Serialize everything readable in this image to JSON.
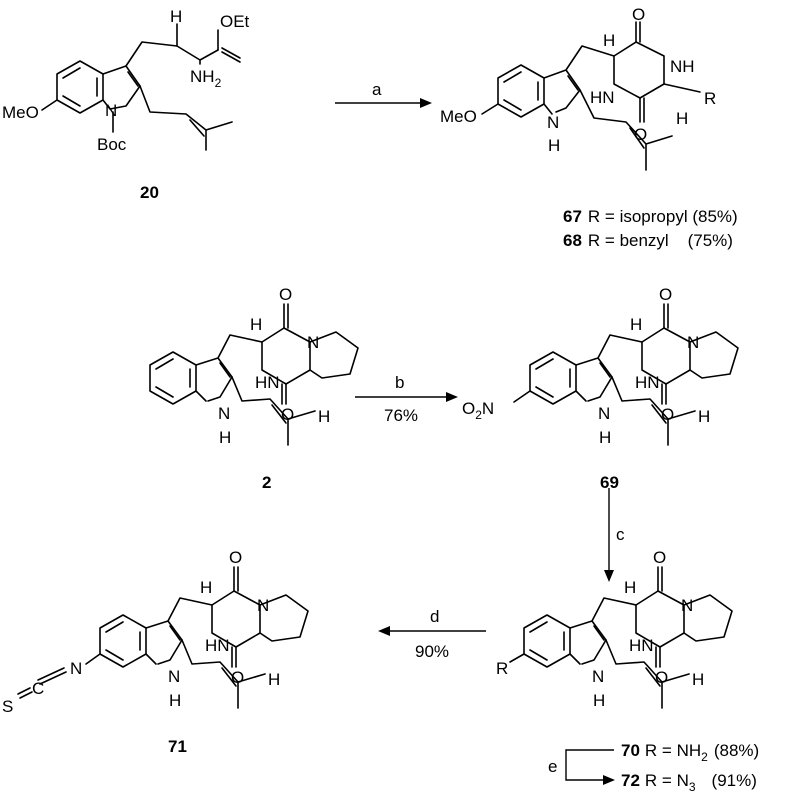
{
  "compounds": {
    "c20": {
      "number": "20",
      "labels": {
        "oet": "OEt",
        "h": "H",
        "nh2": "NH",
        "nh2_sub": "2",
        "meo": "MeO",
        "n": "N",
        "boc": "Boc"
      }
    },
    "c67_68": {
      "labels": {
        "o_top": "O",
        "nh": "NH",
        "hn": "HN",
        "r": "R",
        "h_alpha": "H",
        "h_beta": "H",
        "o_bot": "O",
        "meo": "MeO",
        "n": "N",
        "nh_h": "H"
      },
      "entries": [
        {
          "number": "67",
          "text": "R = isopropyl (85%)"
        },
        {
          "number": "68",
          "text": "R = benzyl    (75%)"
        }
      ]
    },
    "c2": {
      "number": "2"
    },
    "c69": {
      "number": "69",
      "o2n": "O",
      "o2n_sub": "2",
      "o2n_n": "N"
    },
    "c70_72": {
      "r": "R",
      "entries": [
        {
          "number": "70",
          "text": "R = NH",
          "sub": "2",
          "yield": "(88%)"
        },
        {
          "number": "72",
          "text": "R = N",
          "sub": "3",
          "yield": "(91%)"
        }
      ]
    },
    "c71": {
      "number": "71",
      "s": "S",
      "c": "C",
      "n": "N"
    }
  },
  "dkp_labels": {
    "o": "O",
    "n": "N",
    "hn": "HN",
    "h": "H",
    "indole_n": "N",
    "indole_h": "H"
  },
  "reactions": {
    "a": {
      "label": "a",
      "yield": ""
    },
    "b": {
      "label": "b",
      "yield": "76%"
    },
    "c": {
      "label": "c",
      "yield": ""
    },
    "d": {
      "label": "d",
      "yield": "90%"
    },
    "e": {
      "label": "e",
      "yield": ""
    }
  }
}
